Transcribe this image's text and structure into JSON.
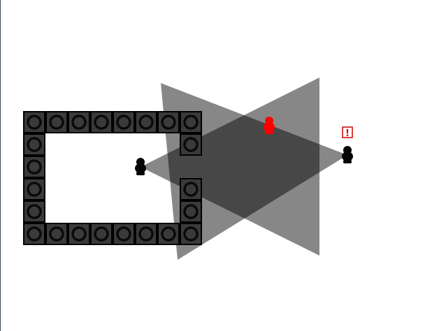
{
  "game": {
    "alert": {
      "symbol": "!",
      "color": "#d40000"
    },
    "colors": {
      "background": "#ffffff",
      "wall_block": "#3a3a3a",
      "wall_ring": "#0a0a0a",
      "guard": "#050505",
      "player": "#ff0000",
      "vision_cone": "#000000"
    },
    "walls": [
      {
        "col": 0,
        "row": 0
      },
      {
        "col": 1,
        "row": 0
      },
      {
        "col": 2,
        "row": 0
      },
      {
        "col": 3,
        "row": 0
      },
      {
        "col": 4,
        "row": 0
      },
      {
        "col": 5,
        "row": 0
      },
      {
        "col": 6,
        "row": 0
      },
      {
        "col": 7,
        "row": 0
      },
      {
        "col": 0,
        "row": 1
      },
      {
        "col": 7,
        "row": 1
      },
      {
        "col": 0,
        "row": 2
      },
      {
        "col": 0,
        "row": 3
      },
      {
        "col": 7,
        "row": 3
      },
      {
        "col": 0,
        "row": 4
      },
      {
        "col": 7,
        "row": 4
      },
      {
        "col": 0,
        "row": 5
      },
      {
        "col": 1,
        "row": 5
      },
      {
        "col": 2,
        "row": 5
      },
      {
        "col": 3,
        "row": 5
      },
      {
        "col": 4,
        "row": 5
      },
      {
        "col": 5,
        "row": 5
      },
      {
        "col": 6,
        "row": 5
      },
      {
        "col": 7,
        "row": 5
      }
    ],
    "characters": [
      {
        "role": "guard",
        "facing": "right"
      },
      {
        "role": "player",
        "facing": "down"
      },
      {
        "role": "guard",
        "facing": "left",
        "alerted": true
      }
    ]
  }
}
